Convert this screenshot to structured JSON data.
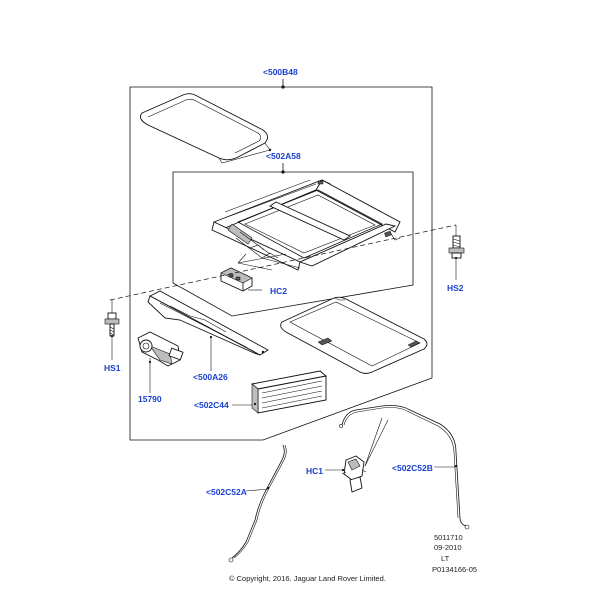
{
  "labels": {
    "hood_assy": "<500B48",
    "frame_assy": "<502A58",
    "guide_bracket": "<500A26",
    "deflector": "<502C44",
    "drain_tube_right": "<502C52B",
    "drain_tube_left": "<502C52A",
    "motor": "15790",
    "screw_left": "HS1",
    "screw_right": "HS2",
    "clip_frame": "HC2",
    "clip_tube": "HC1"
  },
  "footer": {
    "ref_number": "5011710",
    "date": "09-2010",
    "code": "LT",
    "illustration_id": "P0134166-05",
    "copyright": "© Copyright, 2016. Jaguar Land Rover Limited."
  },
  "colors": {
    "label_blue": "#1a3fd0",
    "line": "#111111"
  }
}
